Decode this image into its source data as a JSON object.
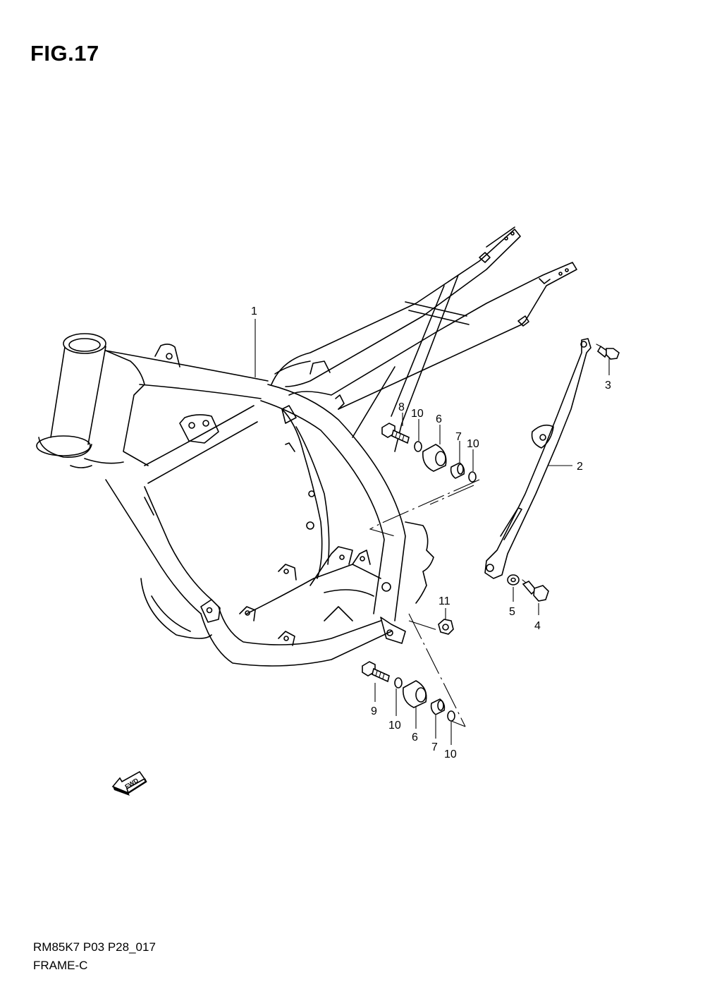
{
  "figure": {
    "title": "FIG.17",
    "code": "RM85K7 P03 P28_017",
    "name": "FRAME-C"
  },
  "fwd_label": "FWD",
  "callouts": {
    "c1": "1",
    "c2": "2",
    "c3": "3",
    "c4": "4",
    "c5": "5",
    "c6a": "6",
    "c6b": "6",
    "c7a": "7",
    "c7b": "7",
    "c8": "8",
    "c9": "9",
    "c10a": "10",
    "c10b": "10",
    "c10c": "10",
    "c10d": "10",
    "c11": "11"
  }
}
